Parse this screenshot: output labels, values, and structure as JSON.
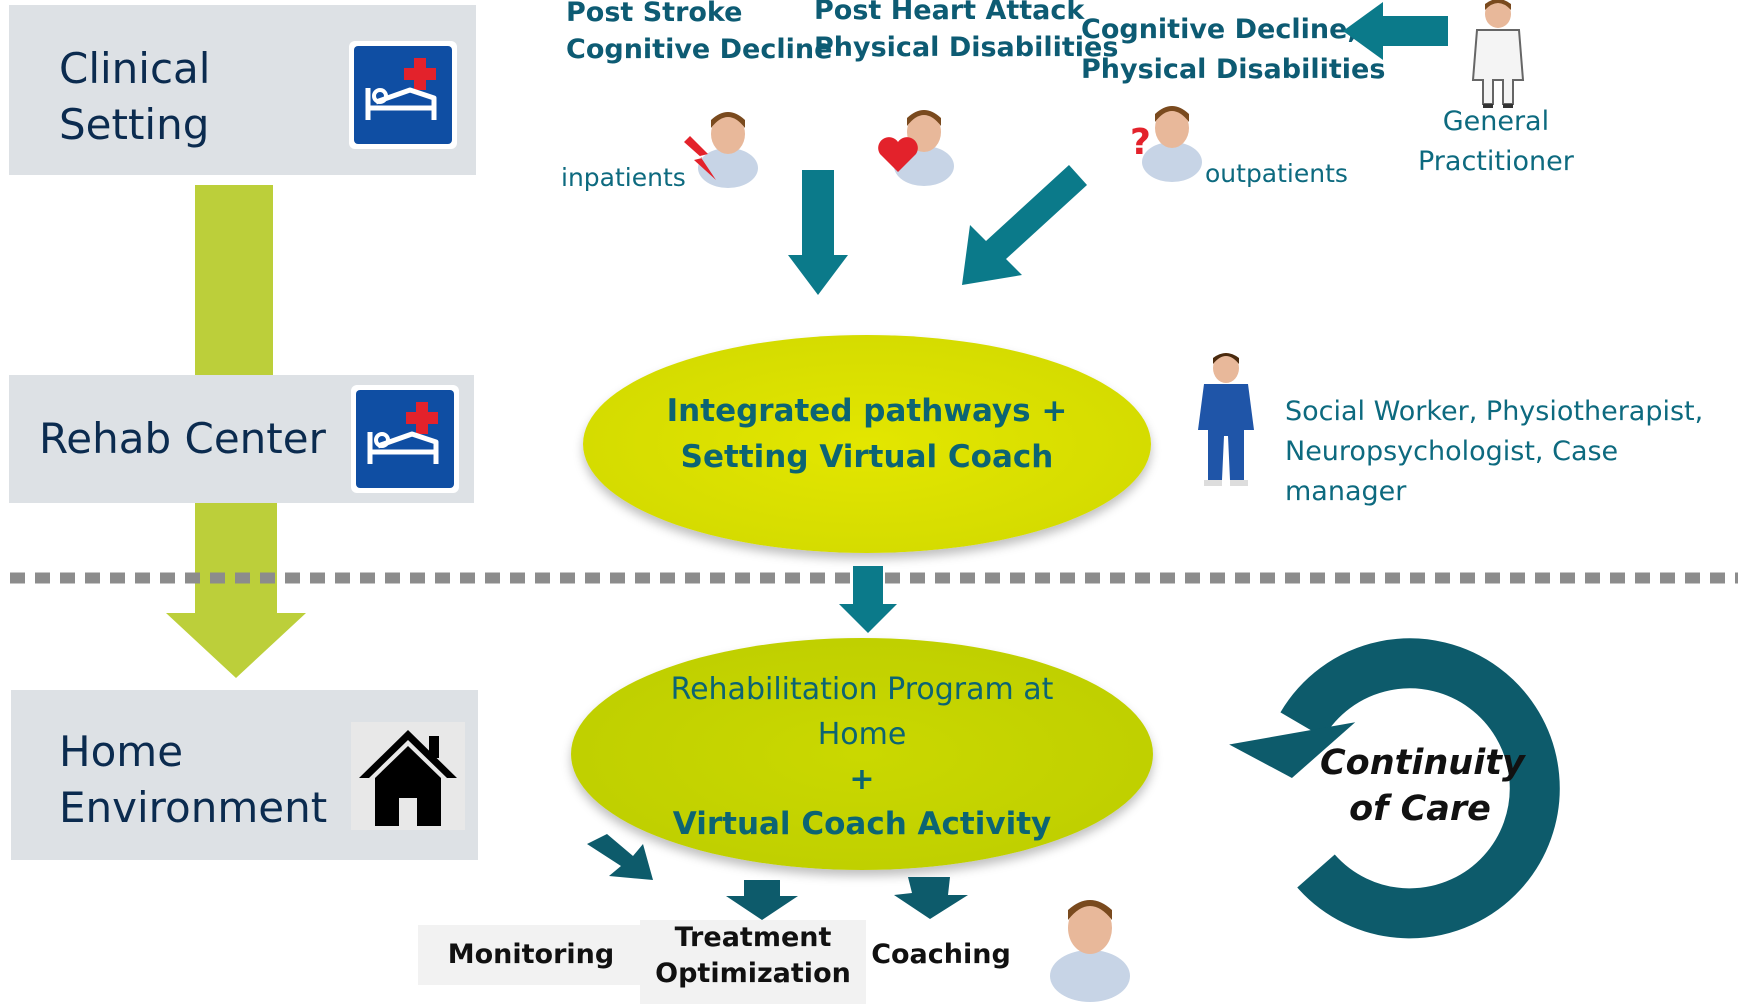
{
  "settings": [
    {
      "label": "Clinical\nSetting",
      "icon": "hospital-bed-sign-icon"
    },
    {
      "label": "Rehab Center",
      "icon": "hospital-bed-sign-icon"
    },
    {
      "label": "Home\nEnvironment",
      "icon": "house-icon"
    }
  ],
  "conditions": {
    "stroke": "Post Stroke\nCognitive Decline",
    "heart": "Post Heart Attack\nPhysical Disabilities",
    "general": "Cognitive Decline,\nPhysical Disabilities"
  },
  "patient_labels": {
    "inpatients": "inpatients",
    "outpatients": "outpatients"
  },
  "gp": {
    "label": "General\nPractitioner"
  },
  "integrated": {
    "line1": "Integrated pathways +",
    "line2": "Setting Virtual Coach"
  },
  "roles": {
    "text": "Social Worker, Physiotherapist,\nNeuropsychologist, Case manager"
  },
  "rehab_home": {
    "line1": "Rehabilitation Program at",
    "line2": "Home",
    "plus": "+",
    "line3": "Virtual Coach Activity"
  },
  "outputs": {
    "monitoring": "Monitoring",
    "treatment": "Treatment\nOptimization",
    "coaching": "Coaching"
  },
  "continuity": {
    "line1": "Continuity",
    "line2": "of Care"
  },
  "colors": {
    "teal_arrow": "#0b7a8a",
    "dark_teal": "#0d5b6b",
    "green_arrow": "#bccf3a",
    "ellipse_top": "#dbe000",
    "ellipse_bottom": "#c1d100",
    "box_bg": "#dde1e5",
    "dots": "#8c8c8c"
  }
}
